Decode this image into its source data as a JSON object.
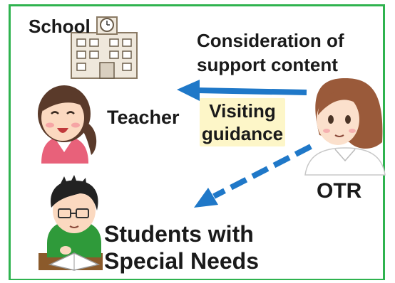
{
  "labels": {
    "school": "School",
    "consideration_line1": "Consideration of",
    "consideration_line2": "support content",
    "teacher": "Teacher",
    "visiting_line1": "Visiting",
    "visiting_line2": "guidance",
    "otr": "OTR",
    "students_line1": "Students with",
    "students_line2": "Special Needs"
  },
  "colors": {
    "frame": "#2fb34f",
    "arrow": "#1f78c8",
    "visiting_box": "#fdf6c8"
  },
  "icons": {
    "school": "school-building-icon",
    "teacher": "teacher-figure-icon",
    "otr": "otr-figure-icon",
    "student": "student-figure-icon"
  }
}
